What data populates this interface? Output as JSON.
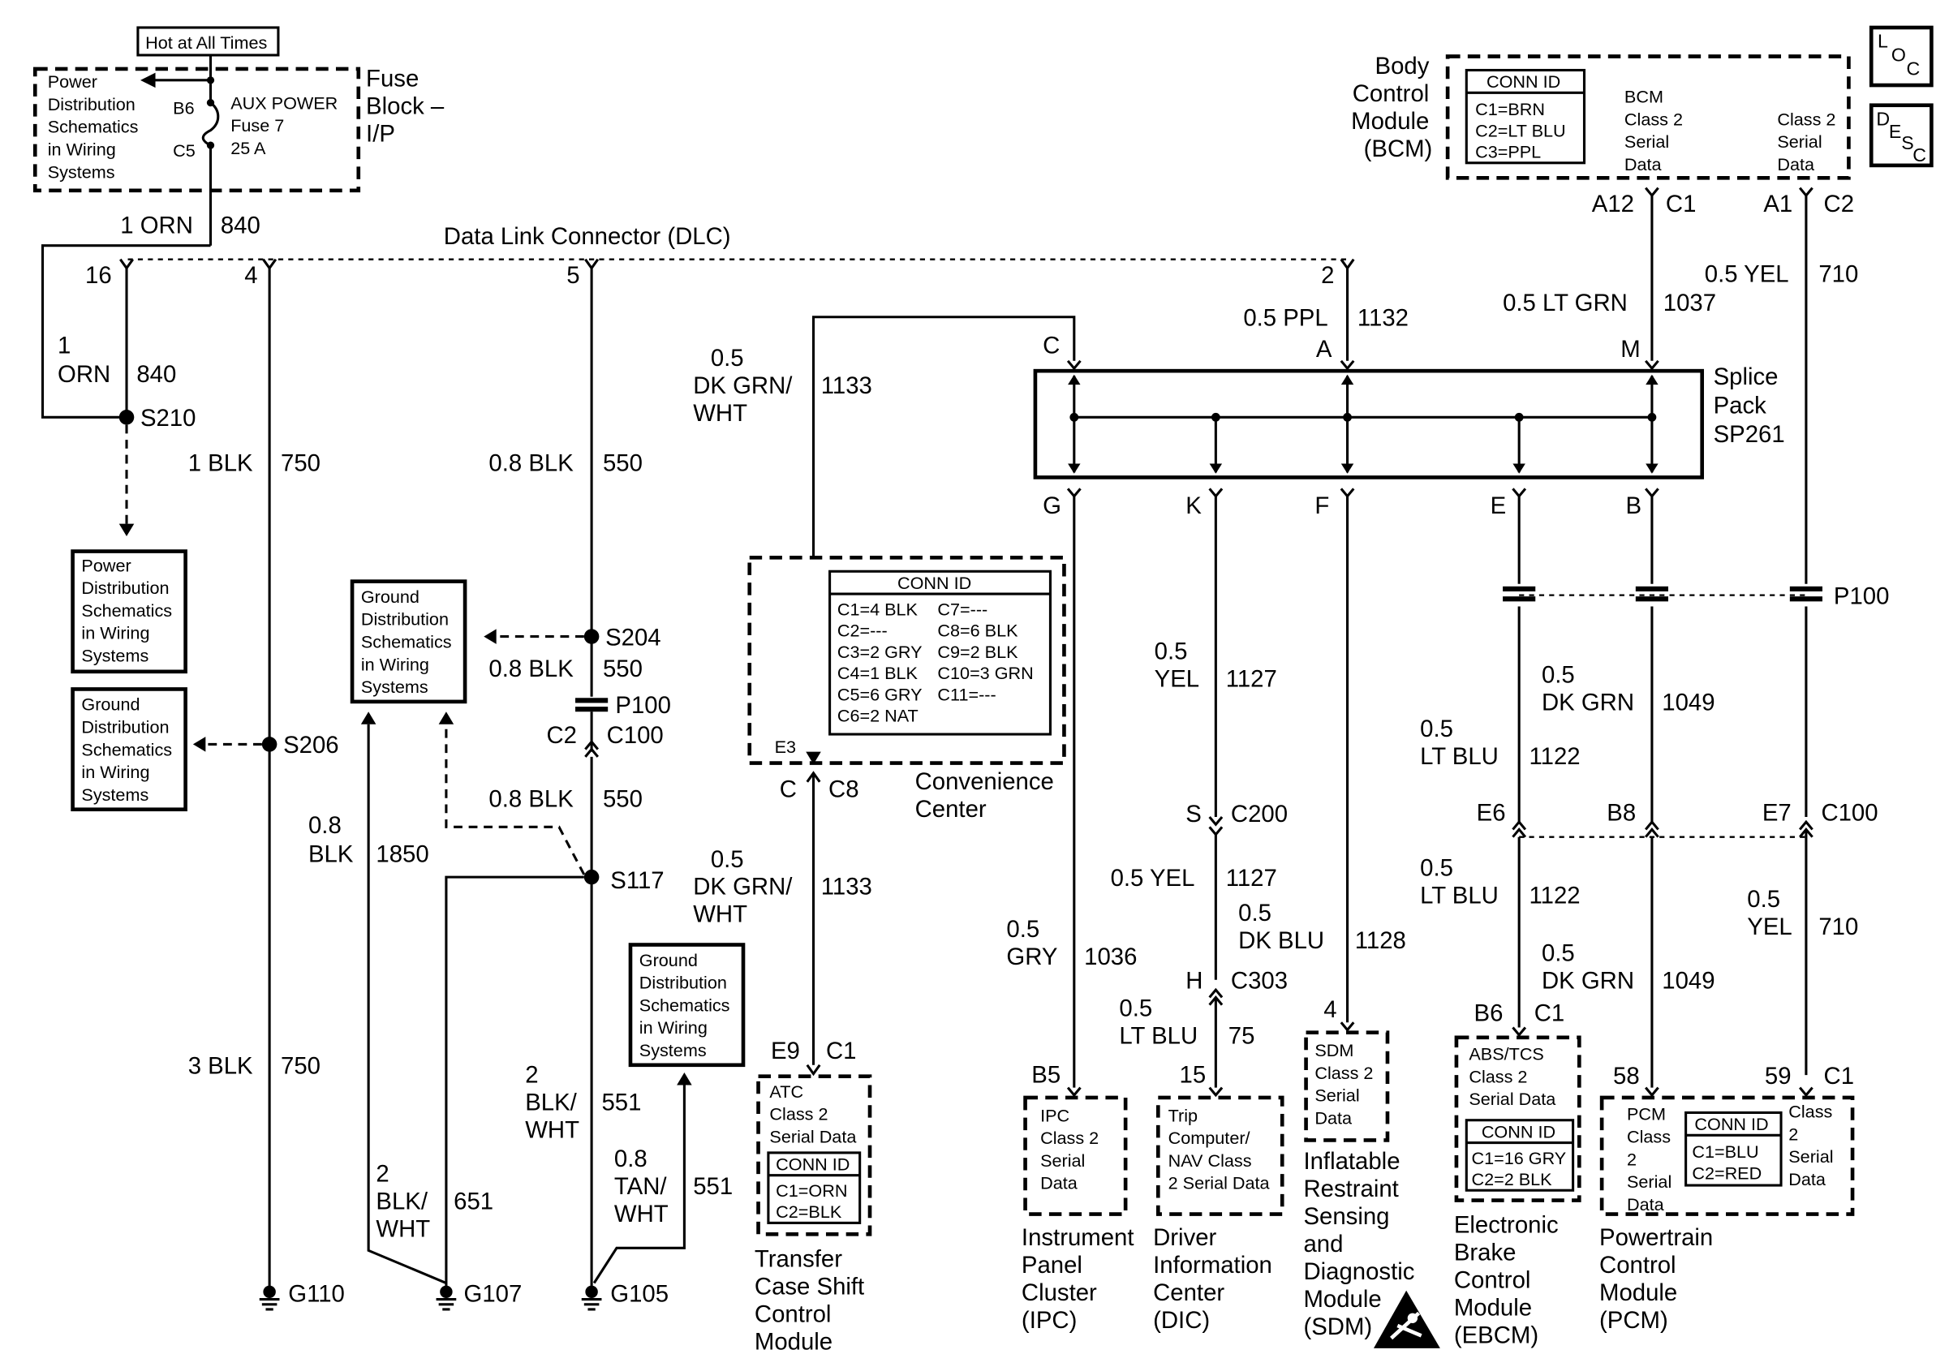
{
  "header": {
    "hot_label": "Hot at All Times",
    "fuse_block": [
      "Fuse",
      "Block –",
      "I/P"
    ],
    "fuse_name": "AUX POWER",
    "fuse_num": "Fuse 7",
    "fuse_amp": "25 A",
    "fuse_pin_top": "B6",
    "fuse_pin_bot": "C5",
    "power_dist": [
      "Power",
      "Distribution",
      "Schematics",
      "in Wiring",
      "Systems"
    ]
  },
  "dlc": {
    "title": "Data Link Connector (DLC)",
    "pins": [
      "16",
      "4",
      "5",
      "2"
    ]
  },
  "wires": {
    "w_1orn_top": "1 ORN",
    "c_840_top": "840",
    "w_1orn_left": [
      "1",
      "ORN"
    ],
    "c_840_left": "840",
    "w_1blk": "1 BLK",
    "c_750_a": "750",
    "w_3blk": "3 BLK",
    "c_750_b": "750",
    "w_08blk_a": "0.8 BLK",
    "c_550_a": "550",
    "w_08blk_b": "0.8 BLK",
    "c_550_b": "550",
    "w_08blk_c": "0.8 BLK",
    "c_550_c": "550",
    "w_08blk_1850": [
      "0.8",
      "BLK"
    ],
    "c_1850": "1850",
    "w_2blkwht_551": [
      "2",
      "BLK/",
      "WHT"
    ],
    "c_551_a": "551",
    "w_2blkwht_651": [
      "2",
      "BLK/",
      "WHT"
    ],
    "c_651": "651",
    "w_08tanwht": [
      "0.8",
      "TAN/",
      "WHT"
    ],
    "c_551_b": "551",
    "w_dkgrnwht_a": [
      "0.5",
      "DK GRN/",
      "WHT"
    ],
    "c_1133_a": "1133",
    "w_dkgrnwht_b": [
      "0.5",
      "DK GRN/",
      "WHT"
    ],
    "c_1133_b": "1133",
    "w_ppl": "0.5 PPL",
    "c_1132": "1132",
    "w_ltgrn": "0.5 LT GRN",
    "c_1037": "1037",
    "w_yel_top": "0.5 YEL",
    "c_710_top": "710",
    "w_yel_k": [
      "0.5",
      "YEL"
    ],
    "c_1127_a": "1127",
    "w_yel_k2": "0.5 YEL",
    "c_1127_b": "1127",
    "w_ltblu_75": [
      "0.5",
      "LT BLU"
    ],
    "c_75": "75",
    "w_gry": [
      "0.5",
      "GRY"
    ],
    "c_1036": "1036",
    "w_dkblu": [
      "0.5",
      "DK BLU"
    ],
    "c_1128": "1128",
    "w_ltblu_e_a": [
      "0.5",
      "LT BLU"
    ],
    "c_1122_a": "1122",
    "w_ltblu_e_b": [
      "0.5",
      "LT BLU"
    ],
    "c_1122_b": "1122",
    "w_dkgrn_b_a": [
      "0.5",
      "DK GRN"
    ],
    "c_1049_a": "1049",
    "w_dkgrn_b_b": [
      "0.5",
      "DK GRN"
    ],
    "c_1049_b": "1049",
    "w_yel_c2": [
      "0.5",
      "YEL"
    ],
    "c_710_bot": "710"
  },
  "splices": {
    "s210": "S210",
    "s204": "S204",
    "s206": "S206",
    "s117": "S117"
  },
  "grounds": {
    "g110": "G110",
    "g107": "G107",
    "g105": "G105"
  },
  "connectors": {
    "p100_left": "P100",
    "p100_right": "P100",
    "c2": "C2",
    "c100_left": "C100",
    "c100_right": "C100",
    "e6": "E6",
    "b8": "B8",
    "e7": "E7",
    "s_pin": "S",
    "c200": "C200",
    "h_pin": "H",
    "c303": "C303",
    "c_pin": "C",
    "c8": "C8",
    "e9": "E9",
    "c1_atc": "C1",
    "b5": "B5",
    "p15": "15",
    "p4": "4",
    "b6": "B6",
    "c1_abs": "C1",
    "p58": "58",
    "p59": "59",
    "c1_pcm": "C1",
    "a12": "A12",
    "c1_bcm": "C1",
    "a1": "A1",
    "c2_bcm": "C2"
  },
  "ground_dist": [
    "Ground",
    "Distribution",
    "Schematics",
    "in Wiring",
    "Systems"
  ],
  "conv_center": {
    "title": "CONN ID",
    "rows": [
      [
        "C1=4 BLK",
        "C7=---"
      ],
      [
        "C2=---",
        "C8=6 BLK"
      ],
      [
        "C3=2 GRY",
        "C9=2 BLK"
      ],
      [
        "C4=1 BLK",
        "C10=3 GRN"
      ],
      [
        "C5=6 GRY",
        "C11=---"
      ],
      [
        "C6=2 NAT",
        ""
      ]
    ],
    "pin": "E3",
    "label": [
      "Convenience",
      "Center"
    ]
  },
  "splice_pack": {
    "label": [
      "Splice",
      "Pack",
      "SP261"
    ],
    "top_pins": [
      "C",
      "A",
      "M"
    ],
    "bottom_pins": [
      "G",
      "K",
      "F",
      "E",
      "B"
    ]
  },
  "bcm": {
    "label": [
      "Body",
      "Control",
      "Module",
      "(BCM)"
    ],
    "conn_title": "CONN ID",
    "conn_rows": [
      "C1=BRN",
      "C2=LT BLU",
      "C3=PPL"
    ],
    "col1": [
      "BCM",
      "Class 2",
      "Serial",
      "Data"
    ],
    "col2": [
      "Class 2",
      "Serial",
      "Data"
    ]
  },
  "loc_icon": [
    "L",
    "O",
    "C"
  ],
  "desc_icon": [
    "D",
    "E",
    "S",
    "C"
  ],
  "modules": {
    "atc": {
      "inner": [
        "ATC",
        "Class 2",
        "Serial Data"
      ],
      "conn_title": "CONN ID",
      "conn_rows": [
        "C1=ORN",
        "C2=BLK"
      ],
      "label": [
        "Transfer",
        "Case Shift",
        "Control",
        "Module"
      ]
    },
    "ipc": {
      "inner": [
        "IPC",
        "Class 2",
        "Serial",
        "Data"
      ],
      "label": [
        "Instrument",
        "Panel",
        "Cluster",
        "(IPC)"
      ]
    },
    "dic": {
      "inner": [
        "Trip",
        "Computer/",
        "NAV Class",
        "2 Serial Data"
      ],
      "label": [
        "Driver",
        "Information",
        "Center",
        "(DIC)"
      ]
    },
    "sdm": {
      "inner": [
        "SDM",
        "Class 2",
        "Serial",
        "Data"
      ],
      "label": [
        "Inflatable",
        "Restraint",
        "Sensing",
        "and",
        "Diagnostic",
        "Module",
        "(SDM)"
      ]
    },
    "ebcm": {
      "inner": [
        "ABS/TCS",
        "Class 2",
        "Serial Data"
      ],
      "conn_title": "CONN ID",
      "conn_rows": [
        "C1=16 GRY",
        "C2=2 BLK"
      ],
      "label": [
        "Electronic",
        "Brake",
        "Control",
        "Module",
        "(EBCM)"
      ]
    },
    "pcm": {
      "inner_left": [
        "PCM",
        "Class",
        "2",
        "Serial",
        "Data"
      ],
      "conn_title": "CONN ID",
      "conn_rows": [
        "C1=BLU",
        "C2=RED"
      ],
      "inner_right": [
        "Class",
        "2",
        "Serial",
        "Data"
      ],
      "label": [
        "Powertrain",
        "Control",
        "Module",
        "(PCM)"
      ]
    }
  }
}
